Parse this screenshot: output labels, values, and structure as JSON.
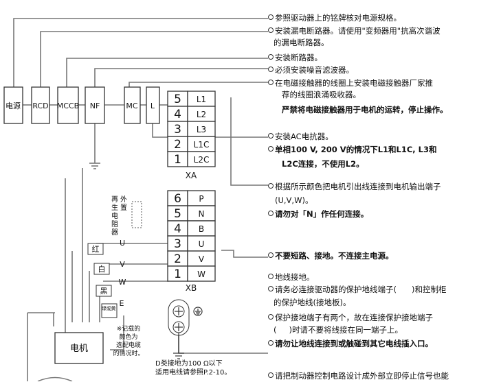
{
  "boxes": {
    "power": "电源",
    "rcd": "RCD",
    "mccb": "MCCB",
    "nf": "NF",
    "mc": "MC",
    "l": "L",
    "motor": "电机"
  },
  "xa": {
    "label": "XA",
    "numbers": [
      "5",
      "4",
      "3",
      "2",
      "1"
    ],
    "terminals": [
      "L1",
      "L2",
      "L3",
      "L1C",
      "L2C"
    ]
  },
  "xb": {
    "label": "XB",
    "numbers": [
      "6",
      "5",
      "4",
      "3",
      "2",
      "1"
    ],
    "terminals": [
      "P",
      "N",
      "B",
      "U",
      "V",
      "W"
    ]
  },
  "regen_resistor": [
    "再",
    "生",
    "电",
    "阻",
    "器",
    "外",
    "置"
  ],
  "wires": {
    "red": "红",
    "white": "白",
    "black": "黑",
    "ground_color": "绿或黄",
    "u": "U",
    "v": "V",
    "w": "W",
    "e": "E"
  },
  "wire_color_note": [
    "※记载的",
    "颜色为",
    "选配电缆",
    "的情况时。"
  ],
  "ground_note": [
    "D类接地为100 Ω以下",
    "适用电线请参照P.2-10。"
  ],
  "notes": [
    {
      "text": "参照驱动器上的铭牌核对电源规格。",
      "bullet": true,
      "bold": false
    },
    {
      "text": "安装漏电断路器。请使用\"变频器用\"抗高次谐波",
      "bullet": true,
      "bold": false
    },
    {
      "text": "的漏电断路器。",
      "bullet": false,
      "bold": false
    },
    {
      "text": "安装断路器。",
      "bullet": true,
      "bold": false
    },
    {
      "text": "必须安装噪音滤波器。",
      "bullet": true,
      "bold": false
    },
    {
      "text": "在电磁接触器的线圈上安装电磁接触器厂家推",
      "bullet": true,
      "bold": false
    },
    {
      "text": "荐的线圈浪涌吸收器。",
      "bullet": false,
      "bold": false
    },
    {
      "text": "严禁将电磁接触器用于电机的运转，停止操作。",
      "bullet": false,
      "bold": true
    },
    {
      "text": "安装AC电抗器。",
      "bullet": true,
      "bold": false
    },
    {
      "text": "单相100 V, 200 V的情况下L1和L1C, L3和",
      "bullet": true,
      "bold": true
    },
    {
      "text": "L2C连接，不使用L2。",
      "bullet": false,
      "bold": true
    },
    {
      "text": "根据所示颜色把电机引出线连接到电机输出端子",
      "bullet": true,
      "bold": false
    },
    {
      "text": "(U,V,W)。",
      "bullet": false,
      "bold": false
    },
    {
      "text": "请勿对「N」作任何连接。",
      "bullet": true,
      "bold": true
    },
    {
      "text": "不要短路、接地。不连接主电源。",
      "bullet": true,
      "bold": true
    },
    {
      "text": "地线接地。",
      "bullet": true,
      "bold": false
    },
    {
      "text": "请务必连接驱动器的保护地线端子(",
      "bullet": true,
      "bold": false
    },
    {
      "text": ")和控制柜",
      "bullet": false,
      "bold": false
    },
    {
      "text": "的保护地线(接地板)。",
      "bullet": false,
      "bold": false
    },
    {
      "text": "保护接地端子有两个，故在连接保护接地端子",
      "bullet": true,
      "bold": false
    },
    {
      "text": "(",
      "bullet": false,
      "bold": false
    },
    {
      "text": ")时请不要将线接在同一端子上。",
      "bullet": false,
      "bold": false
    },
    {
      "text": "请勿让地线连接到或触碰到其它电线插入口。",
      "bullet": true,
      "bold": true
    },
    {
      "text": "请把制动器控制电路设计成外部立即停止信号也能",
      "bullet": true,
      "bold": false
    }
  ]
}
